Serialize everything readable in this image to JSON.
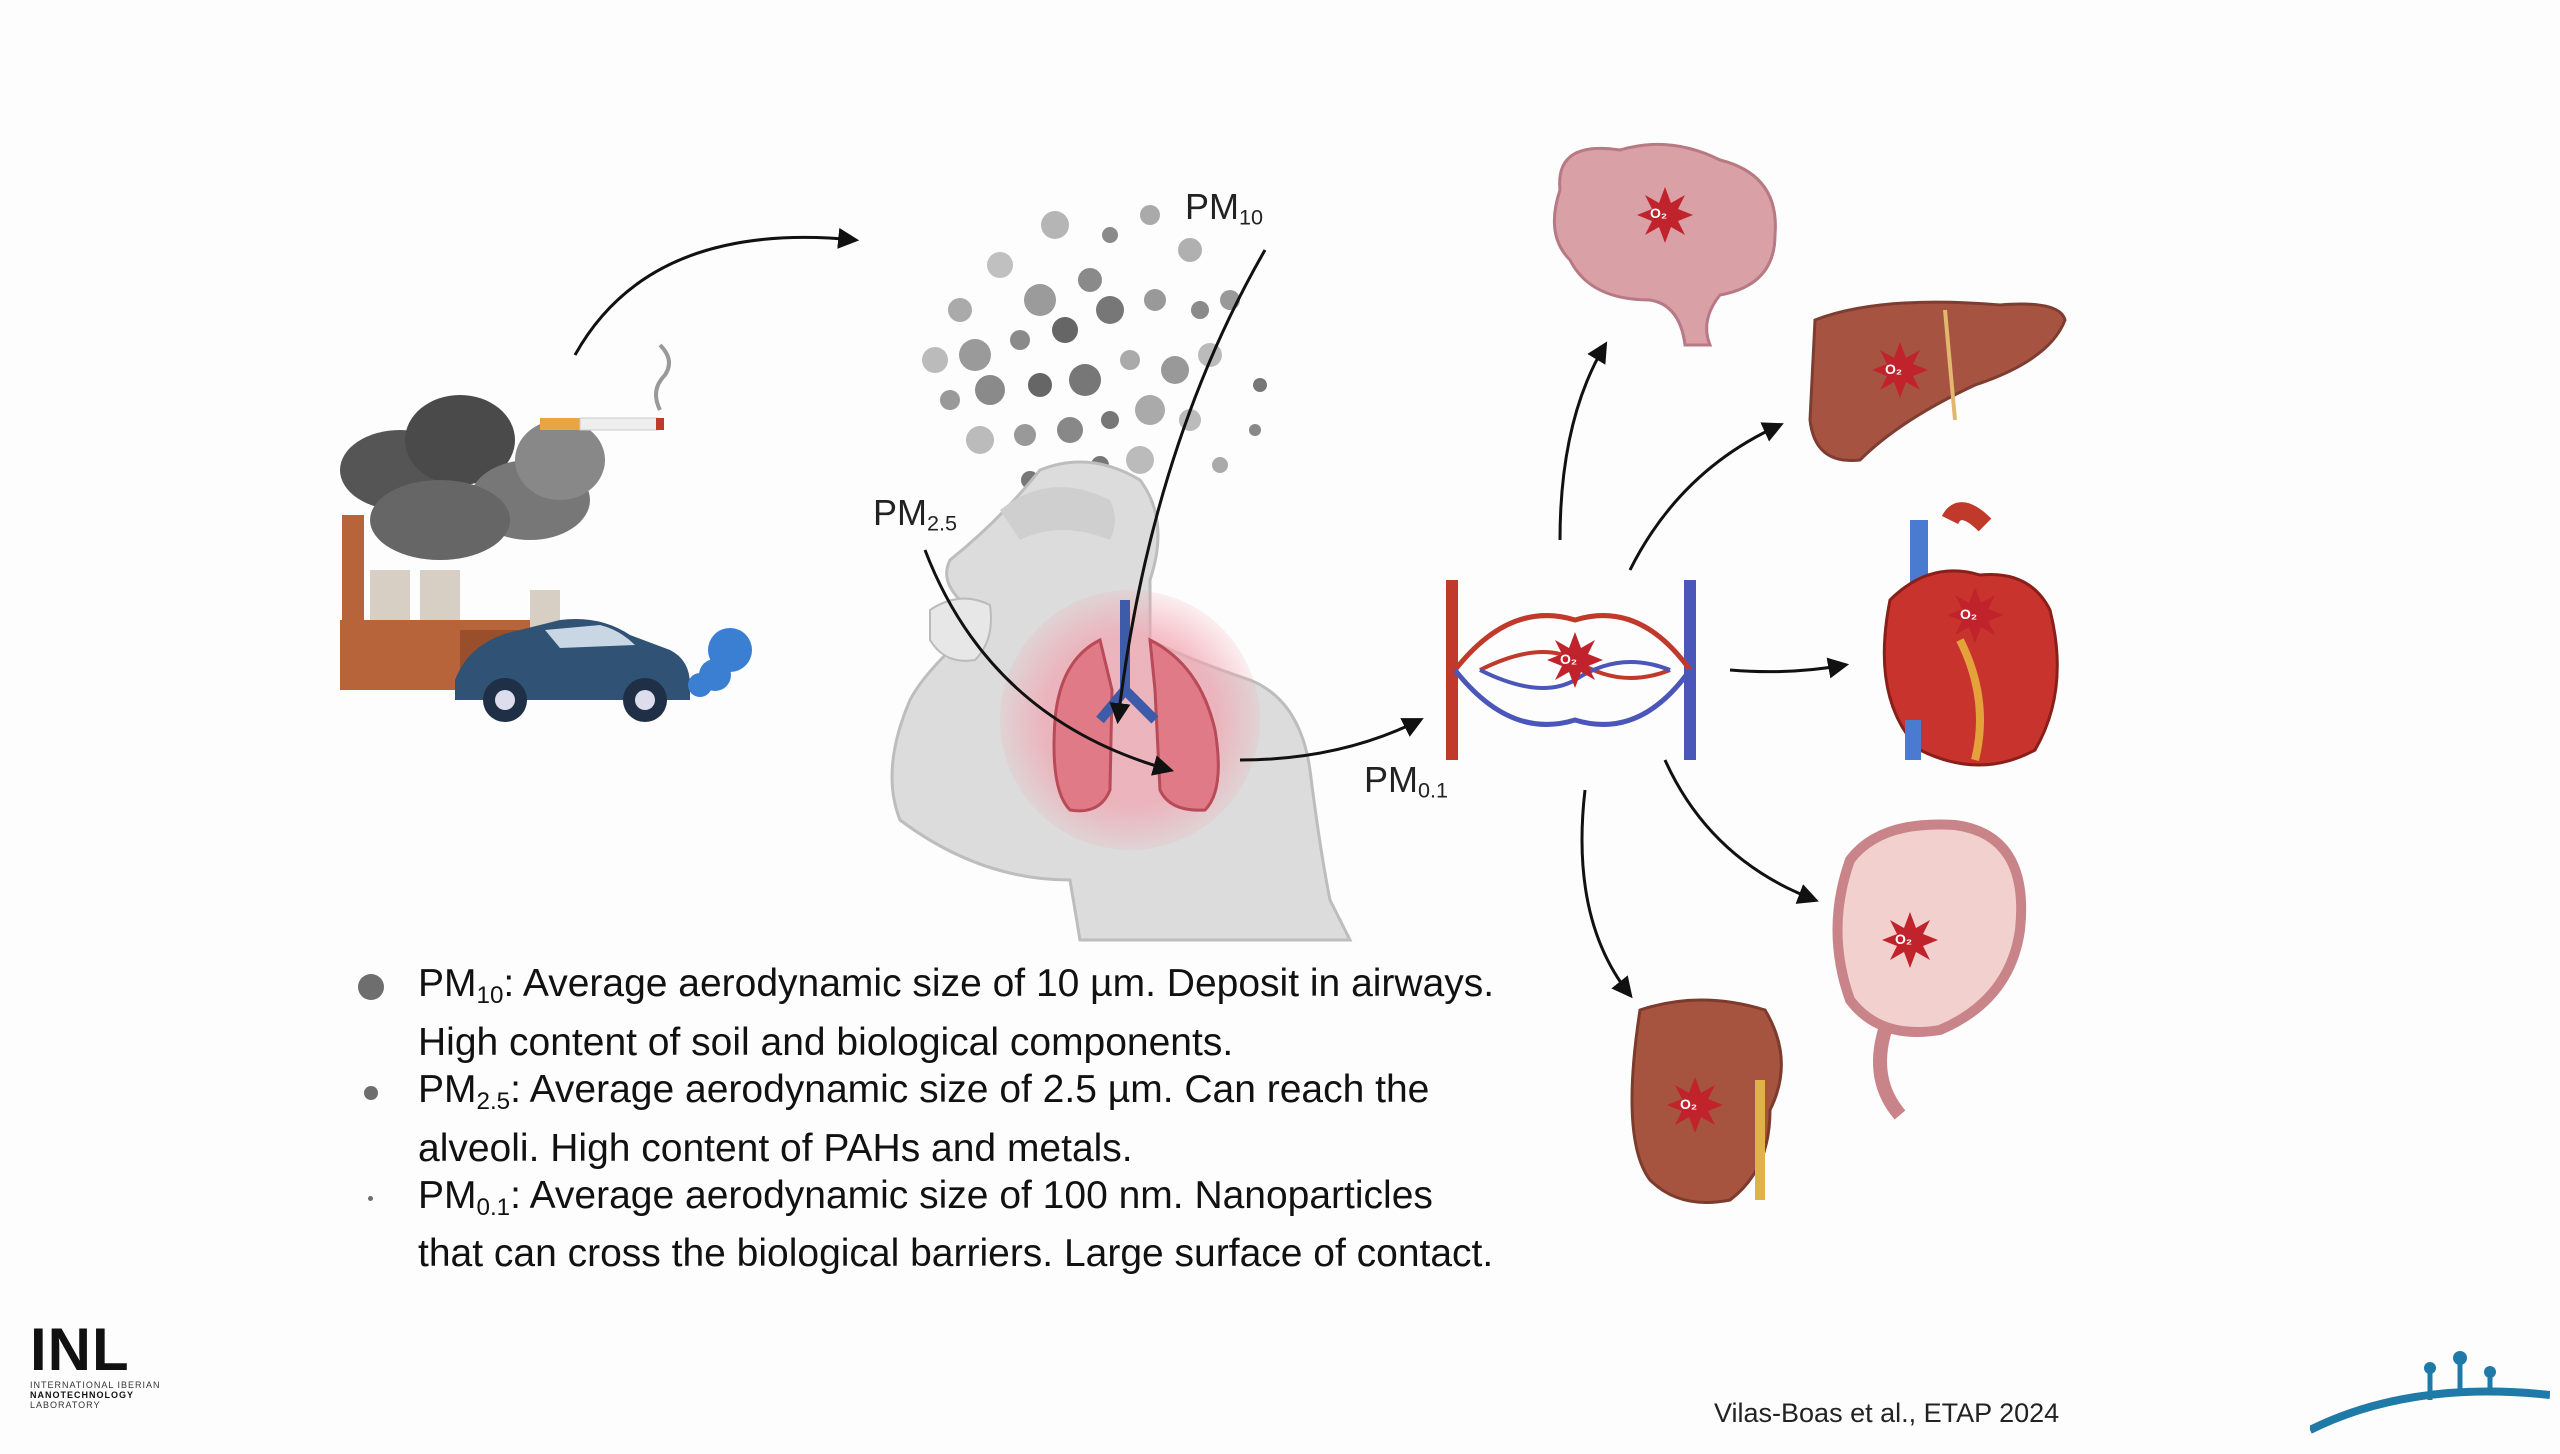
{
  "labels": {
    "pm10": {
      "base": "PM",
      "sub": "10"
    },
    "pm25": {
      "base": "PM",
      "sub": "2.5"
    },
    "pm01": {
      "base": "PM",
      "sub": "0.1"
    }
  },
  "legend": [
    {
      "base": "PM",
      "sub": "10",
      "line1": ": Average aerodynamic size of 10 µm. Deposit in airways.",
      "line2": "High content of soil and biological components."
    },
    {
      "base": "PM",
      "sub": "2.5",
      "line1": ": Average aerodynamic size of 2.5 µm. Can reach the",
      "line2": "alveoli. High content of PAHs and metals."
    },
    {
      "base": "PM",
      "sub": "0.1",
      "line1": ": Average aerodynamic size of 100 nm. Nanoparticles",
      "line2": "that can cross the biological barriers. Large surface of contact."
    }
  ],
  "organ_badge": "O₂",
  "logo": {
    "mark": "INL",
    "line1": "INTERNATIONAL IBERIAN",
    "line2": "NANOTECHNOLOGY",
    "line3": "LABORATORY"
  },
  "citation": "Vilas-Boas et al., ETAP 2024",
  "colors": {
    "organ_red": "#c0392b",
    "vein_blue": "#4a56b8",
    "lung_pink": "#e07a86",
    "smoke_gray": "#6b6b6b"
  }
}
